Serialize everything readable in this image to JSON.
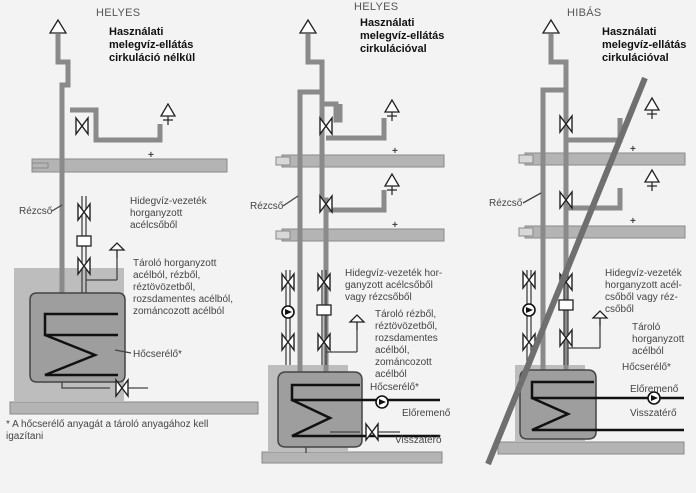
{
  "panels": [
    {
      "status": "HELYES",
      "title": [
        "Használati",
        "melegvíz-ellátás",
        "cirkuláció nélkül"
      ],
      "labels": {
        "copper": "Rézcső",
        "cold": [
          "Hidegvíz-vezeték",
          "horganyzott",
          "acélcsőből"
        ],
        "tank": [
          "Tároló horganyzott",
          "acélból, rézből,",
          "réztövözetből,",
          "rozsdamentes acélból,",
          "zománcozott acélból"
        ],
        "exchanger": "Hőcserélő*",
        "plus1": "+"
      }
    },
    {
      "status": "HELYES",
      "title": [
        "Használati",
        "melegvíz-ellátás",
        "cirkulációval"
      ],
      "labels": {
        "copper": "Rézcső",
        "cold": [
          "Hidegvíz-vezeték hor-",
          "ganyzott acélcsőből",
          "vagy rézcsőből"
        ],
        "tank": [
          "Tároló rézből,",
          "réztövözetből,",
          "rozsdamentes",
          "acélból,",
          "zománcozott",
          "acélból"
        ],
        "exchanger": "Hőcserélő*",
        "flow": "Előremenő",
        "return": "Visszatérő",
        "plus1": "+",
        "plus2": "+"
      }
    },
    {
      "status": "HIBÁS",
      "title": [
        "Használati",
        "melegvíz-ellátás",
        "cirkulációval"
      ],
      "labels": {
        "copper": "Rézcső",
        "cold": [
          "Hidegvíz-vezeték",
          "horganyzott acél-",
          "csőből vagy réz-",
          "csőből"
        ],
        "tank": [
          "Tároló",
          "horganyzott",
          "acélból"
        ],
        "exchanger": "Hőcserélő*",
        "flow": "Előremenő",
        "return": "Visszatérő",
        "plus1": "+",
        "plus2": "+"
      }
    }
  ],
  "footnote": [
    "* A hőcserélő anyagát a tároló anyagához kell",
    "igazítani"
  ]
}
